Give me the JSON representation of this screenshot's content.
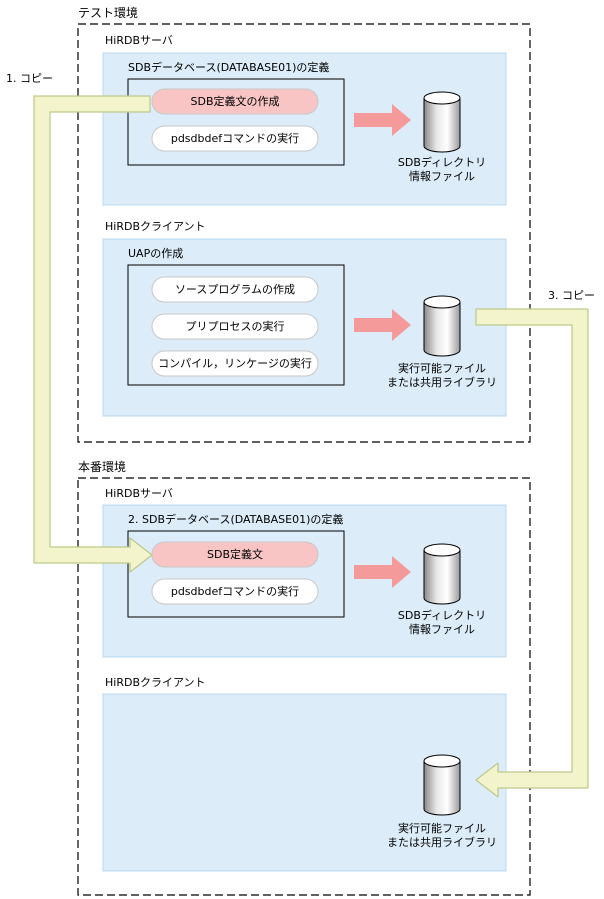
{
  "test_env": {
    "title": "テスト環境",
    "server_section": {
      "title": "HiRDBサーバ",
      "group_title": "SDBデータベース(DATABASE01)の定義",
      "steps": [
        "SDB定義文の作成",
        "pdsdbdefコマンドの実行"
      ],
      "output_line1": "SDBディレクトリ",
      "output_line2": "情報ファイル"
    },
    "client_section": {
      "title": "HiRDBクライアント",
      "group_title": "UAPの作成",
      "steps": [
        "ソースプログラムの作成",
        "プリプロセスの実行",
        "コンパイル，リンケージの実行"
      ],
      "output_line1": "実行可能ファイル",
      "output_line2": "または共用ライブラリ"
    }
  },
  "prod_env": {
    "title": "本番環境",
    "server_section": {
      "title": "HiRDBサーバ",
      "group_title": "2. SDBデータベース(DATABASE01)の定義",
      "steps": [
        "SDB定義文",
        "pdsdbdefコマンドの実行"
      ],
      "output_line1": "SDBディレクトリ",
      "output_line2": "情報ファイル"
    },
    "client_section": {
      "title": "HiRDBクライアント",
      "output_line1": "実行可能ファイル",
      "output_line2": "または共用ライブラリ"
    }
  },
  "copy_labels": {
    "copy1": "1. コピー",
    "copy3": "3. コピー"
  },
  "colors": {
    "section_fill": "#dcecf8",
    "section_stroke": "#b8d8f0",
    "highlight_pill": "#f8c4c4",
    "arrow_pink": "#f59a9a",
    "copy_arrow_fill": "#f4f4cc",
    "copy_arrow_stroke": "#bcc98a"
  }
}
